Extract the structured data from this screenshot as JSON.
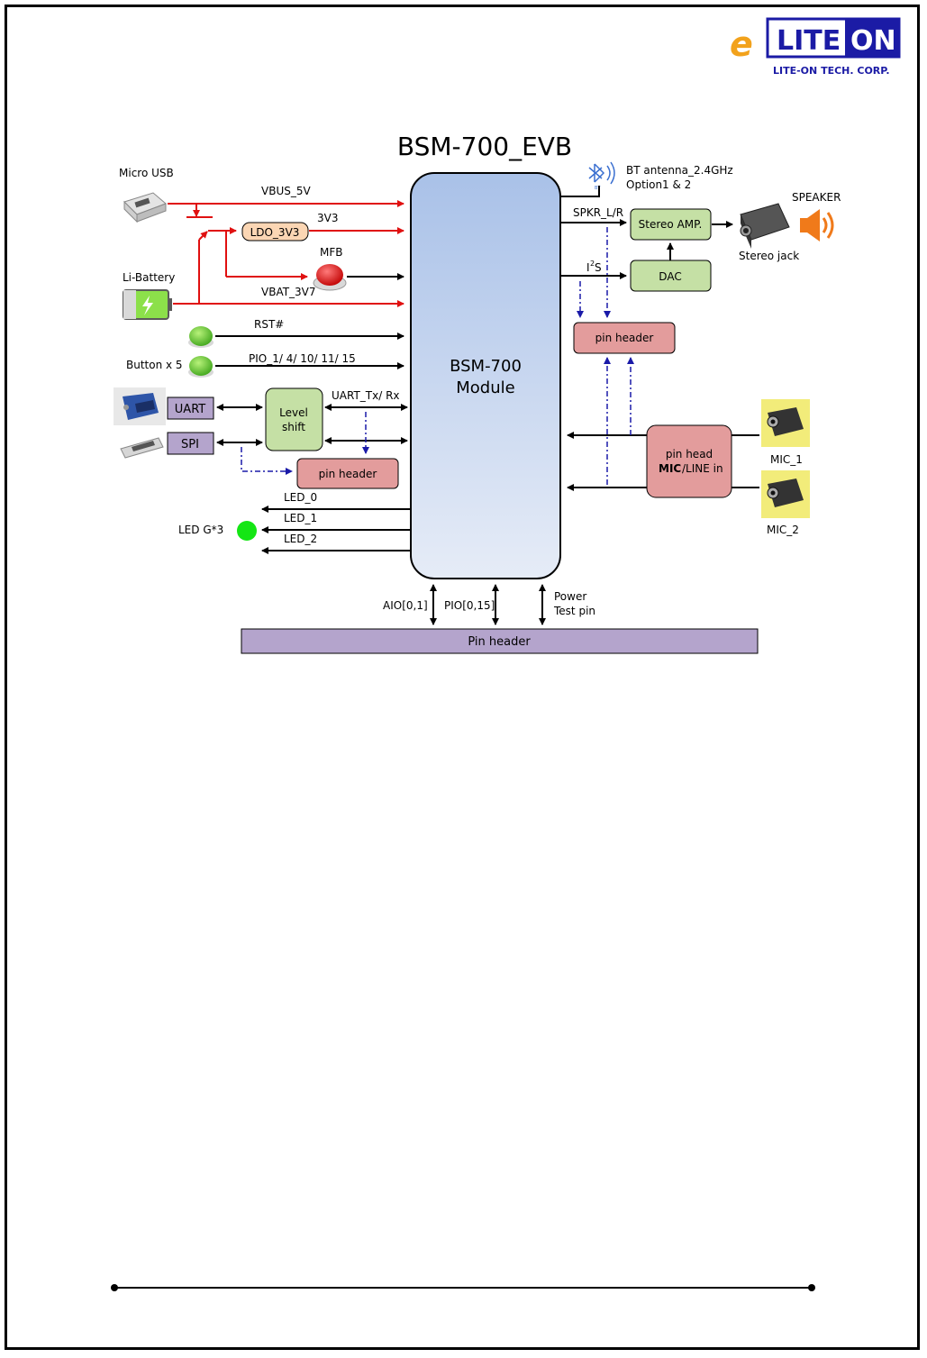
{
  "header": {
    "logo_e": "e",
    "logo_lite": "LITE",
    "logo_on": "ON",
    "company": "LITE-ON TECH. CORP."
  },
  "diagram": {
    "title": "BSM-700_EVB",
    "module_line1": "BSM-700",
    "module_line2": "Module",
    "left": {
      "micro_usb": "Micro USB",
      "vbus": "VBUS_5V",
      "ldo": "LDO_3V3",
      "v3v3": "3V3",
      "mfb": "MFB",
      "li_battery": "Li-Battery",
      "vbat": "VBAT_3V7",
      "rst": "RST#",
      "button_x5": "Button x 5",
      "pio_buttons": "PIO_1/ 4/ 10/ 11/ 15",
      "uart": "UART",
      "spi": "SPI",
      "level_shift_1": "Level",
      "level_shift_2": "shift",
      "uart_txrx": "UART_Tx/ Rx",
      "pin_header": "pin header",
      "led_0": "LED_0",
      "led_1": "LED_1",
      "led_2": "LED_2",
      "led_g3": "LED G*3"
    },
    "right": {
      "bt_antenna_1": "BT antenna_2.4GHz",
      "bt_antenna_2": "Option1 & 2",
      "speaker": "SPEAKER",
      "spkr_lr": "SPKR_L/R",
      "stereo_amp": "Stereo AMP.",
      "stereo_jack": "Stereo jack",
      "i2s_i": "I",
      "i2s_2": "2",
      "i2s_s": "S",
      "dac": "DAC",
      "pin_header": "pin header",
      "pin_head_1": "pin head",
      "pin_head_mic": "MIC",
      "pin_head_line": " /LINE in",
      "mic_1": "MIC_1",
      "mic_2": "MIC_2"
    },
    "bottom": {
      "aio": "AIO[0,1]",
      "pio": "PIO[0,15]",
      "power_1": "Power",
      "power_2": "Test pin",
      "pin_header": "Pin header"
    }
  },
  "colors": {
    "power_line": "#e01010",
    "dash_line": "#1a1aa8",
    "green_box": "#c5e0a5",
    "pink_box": "#e39c9c",
    "purple_box": "#b4a4cc",
    "ldo_box": "#fbd6b4",
    "module_top": "#a9c1e8",
    "module_bottom": "#e6ecf7",
    "led_green": "#14e614",
    "logo_blue": "#1b1ba5",
    "logo_orange": "#f2a21c"
  }
}
